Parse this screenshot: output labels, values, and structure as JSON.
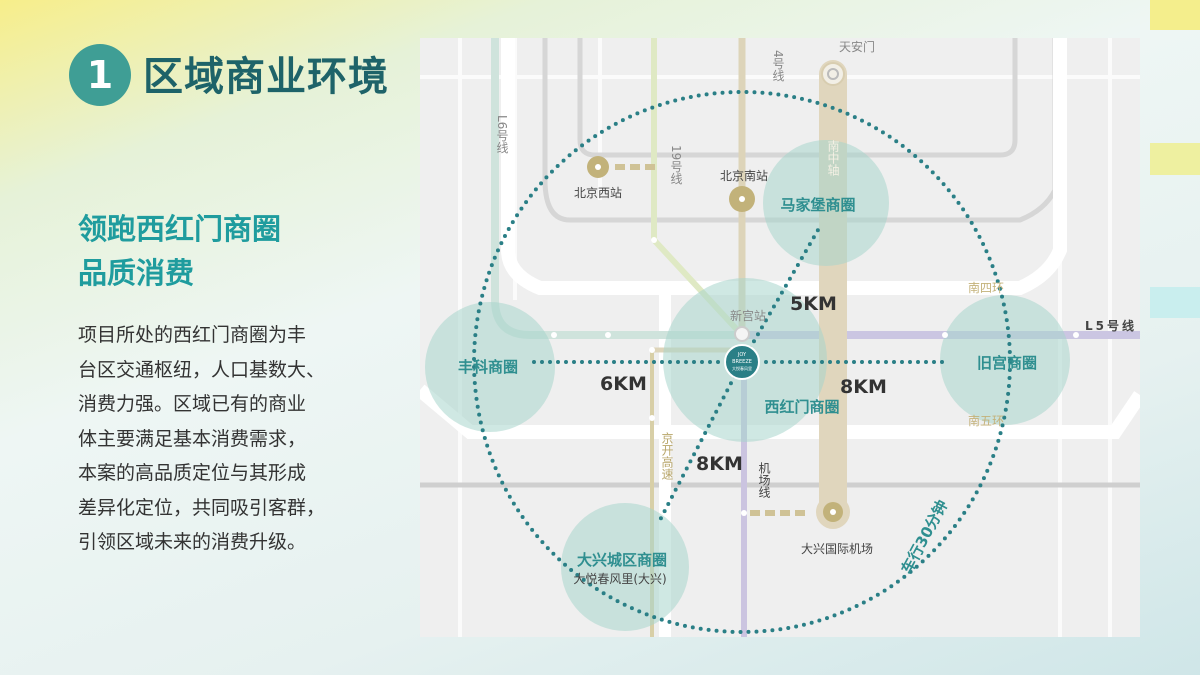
{
  "header": {
    "number": "1",
    "title": "区域商业环境"
  },
  "subtitle": {
    "line1": "领跑西红门商圈",
    "line2": "品质消费"
  },
  "paragraph": [
    "项目所处的西红门商圈为丰",
    "台区交通枢纽，人口基数大、",
    "消费力强。区域已有的商业",
    "体主要满足基本消费需求，",
    "本案的高品质定位与其形成",
    "差异化定位，共同吸引客群，",
    "引领区域未来的消费升级。"
  ],
  "colors": {
    "accent": "#3f9e95",
    "title": "#1e6369",
    "zone": "#a8d5cc",
    "dots": "#2a7f86",
    "metro_gold": "#c2b27a"
  },
  "map": {
    "lines": {
      "line4": "4号线",
      "line19": "19号线",
      "l6": "L6号线",
      "l5": "L5号线",
      "airport": "机场线",
      "axis": "南中轴",
      "jingkai": "京开高速"
    },
    "stations": {
      "tiananmen": "天安门",
      "bj_west": "北京西站",
      "bj_south": "北京南站",
      "xingong": "新宫站",
      "daxing_airport": "大兴国际机场"
    },
    "roads": {
      "s4": "南四环",
      "s5": "南五环"
    },
    "zones": {
      "majiapu": "马家堡商圈",
      "fengke": "丰科商圈",
      "xihongmen": "西红门商圈",
      "jiugong": "旧宫商圈",
      "daxing": "大兴城区商圈",
      "daxing_mall": "大悦春风里(大兴)"
    },
    "distances": {
      "majiapu": "5KM",
      "fengke": "6KM",
      "jiugong": "8KM",
      "daxing": "8KM"
    },
    "project_logo": {
      "l1": "JOY",
      "l2": "BREEZE",
      "l3": "大悦春风里"
    },
    "drive_label": "车行30分钟"
  }
}
